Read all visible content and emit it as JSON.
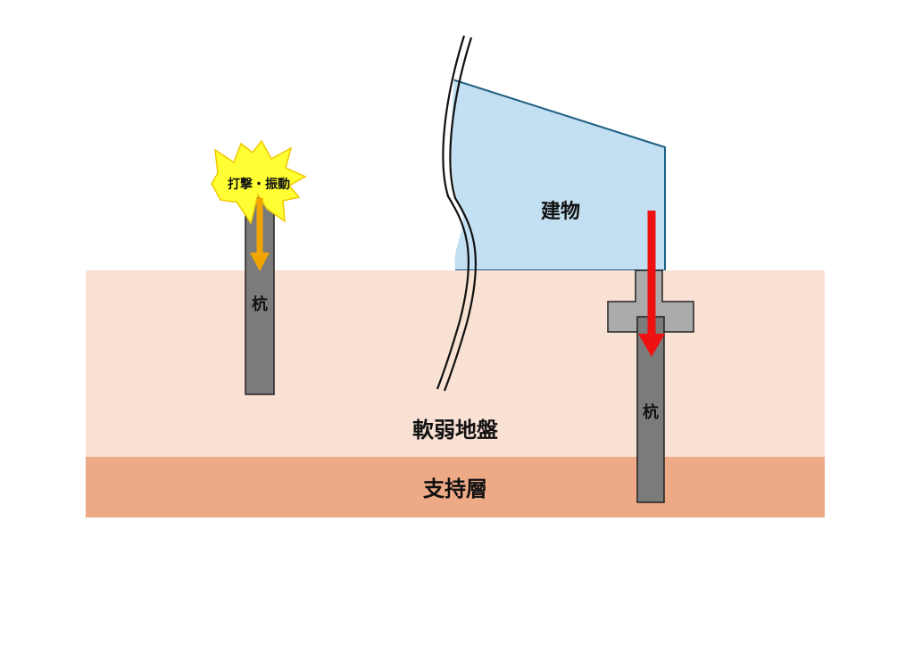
{
  "labels": {
    "impact": "打撃・振動",
    "pile_left": "杭",
    "building": "建物",
    "pile_right": "杭",
    "soft_ground": "軟弱地盤",
    "bearing_layer": "支持層"
  },
  "colors": {
    "soft_ground": "#f9e1d4",
    "bearing_layer": "#eea987",
    "building_fill": "#c2e0f1",
    "building_stroke": "#1f5f82",
    "pile": "#7b7b7b",
    "footing": "#ababab",
    "impact_star": "#ffff33",
    "arrow_left": "#f2a500",
    "arrow_right": "#ee1111"
  },
  "icons": {
    "impact": "starburst-icon",
    "break_line": "wavy-break-line"
  }
}
